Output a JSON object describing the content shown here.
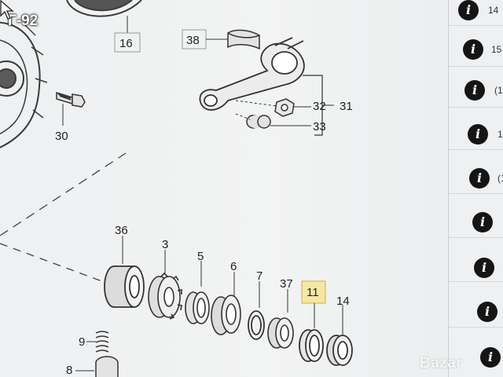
{
  "badge": "Г-92",
  "diagram": {
    "parts": [
      {
        "id": "16",
        "label": "16"
      },
      {
        "id": "38",
        "label": "38"
      },
      {
        "id": "30",
        "label": "30"
      },
      {
        "id": "32",
        "label": "32"
      },
      {
        "id": "31",
        "label": "31"
      },
      {
        "id": "33",
        "label": "33"
      },
      {
        "id": "36",
        "label": "36"
      },
      {
        "id": "3",
        "label": "3"
      },
      {
        "id": "5",
        "label": "5"
      },
      {
        "id": "6",
        "label": "6"
      },
      {
        "id": "7",
        "label": "7"
      },
      {
        "id": "37",
        "label": "37"
      },
      {
        "id": "11",
        "label": "11"
      },
      {
        "id": "14",
        "label": "14"
      },
      {
        "id": "9",
        "label": "9"
      },
      {
        "id": "8",
        "label": "8"
      }
    ]
  },
  "sidebar": {
    "info_symbol": "i",
    "rows": [
      {
        "text": "14"
      },
      {
        "text": "15"
      },
      {
        "text": "(1"
      },
      {
        "text": "1"
      },
      {
        "text": "(1"
      },
      {
        "text": ""
      },
      {
        "text": ""
      },
      {
        "text": ""
      },
      {
        "text": ""
      },
      {
        "text": ""
      }
    ]
  },
  "watermark": {
    "text": "Bazar"
  },
  "colors": {
    "highlight": "#f5e7a6",
    "highlight_border": "#d6b85a",
    "info_button": "#151515"
  }
}
